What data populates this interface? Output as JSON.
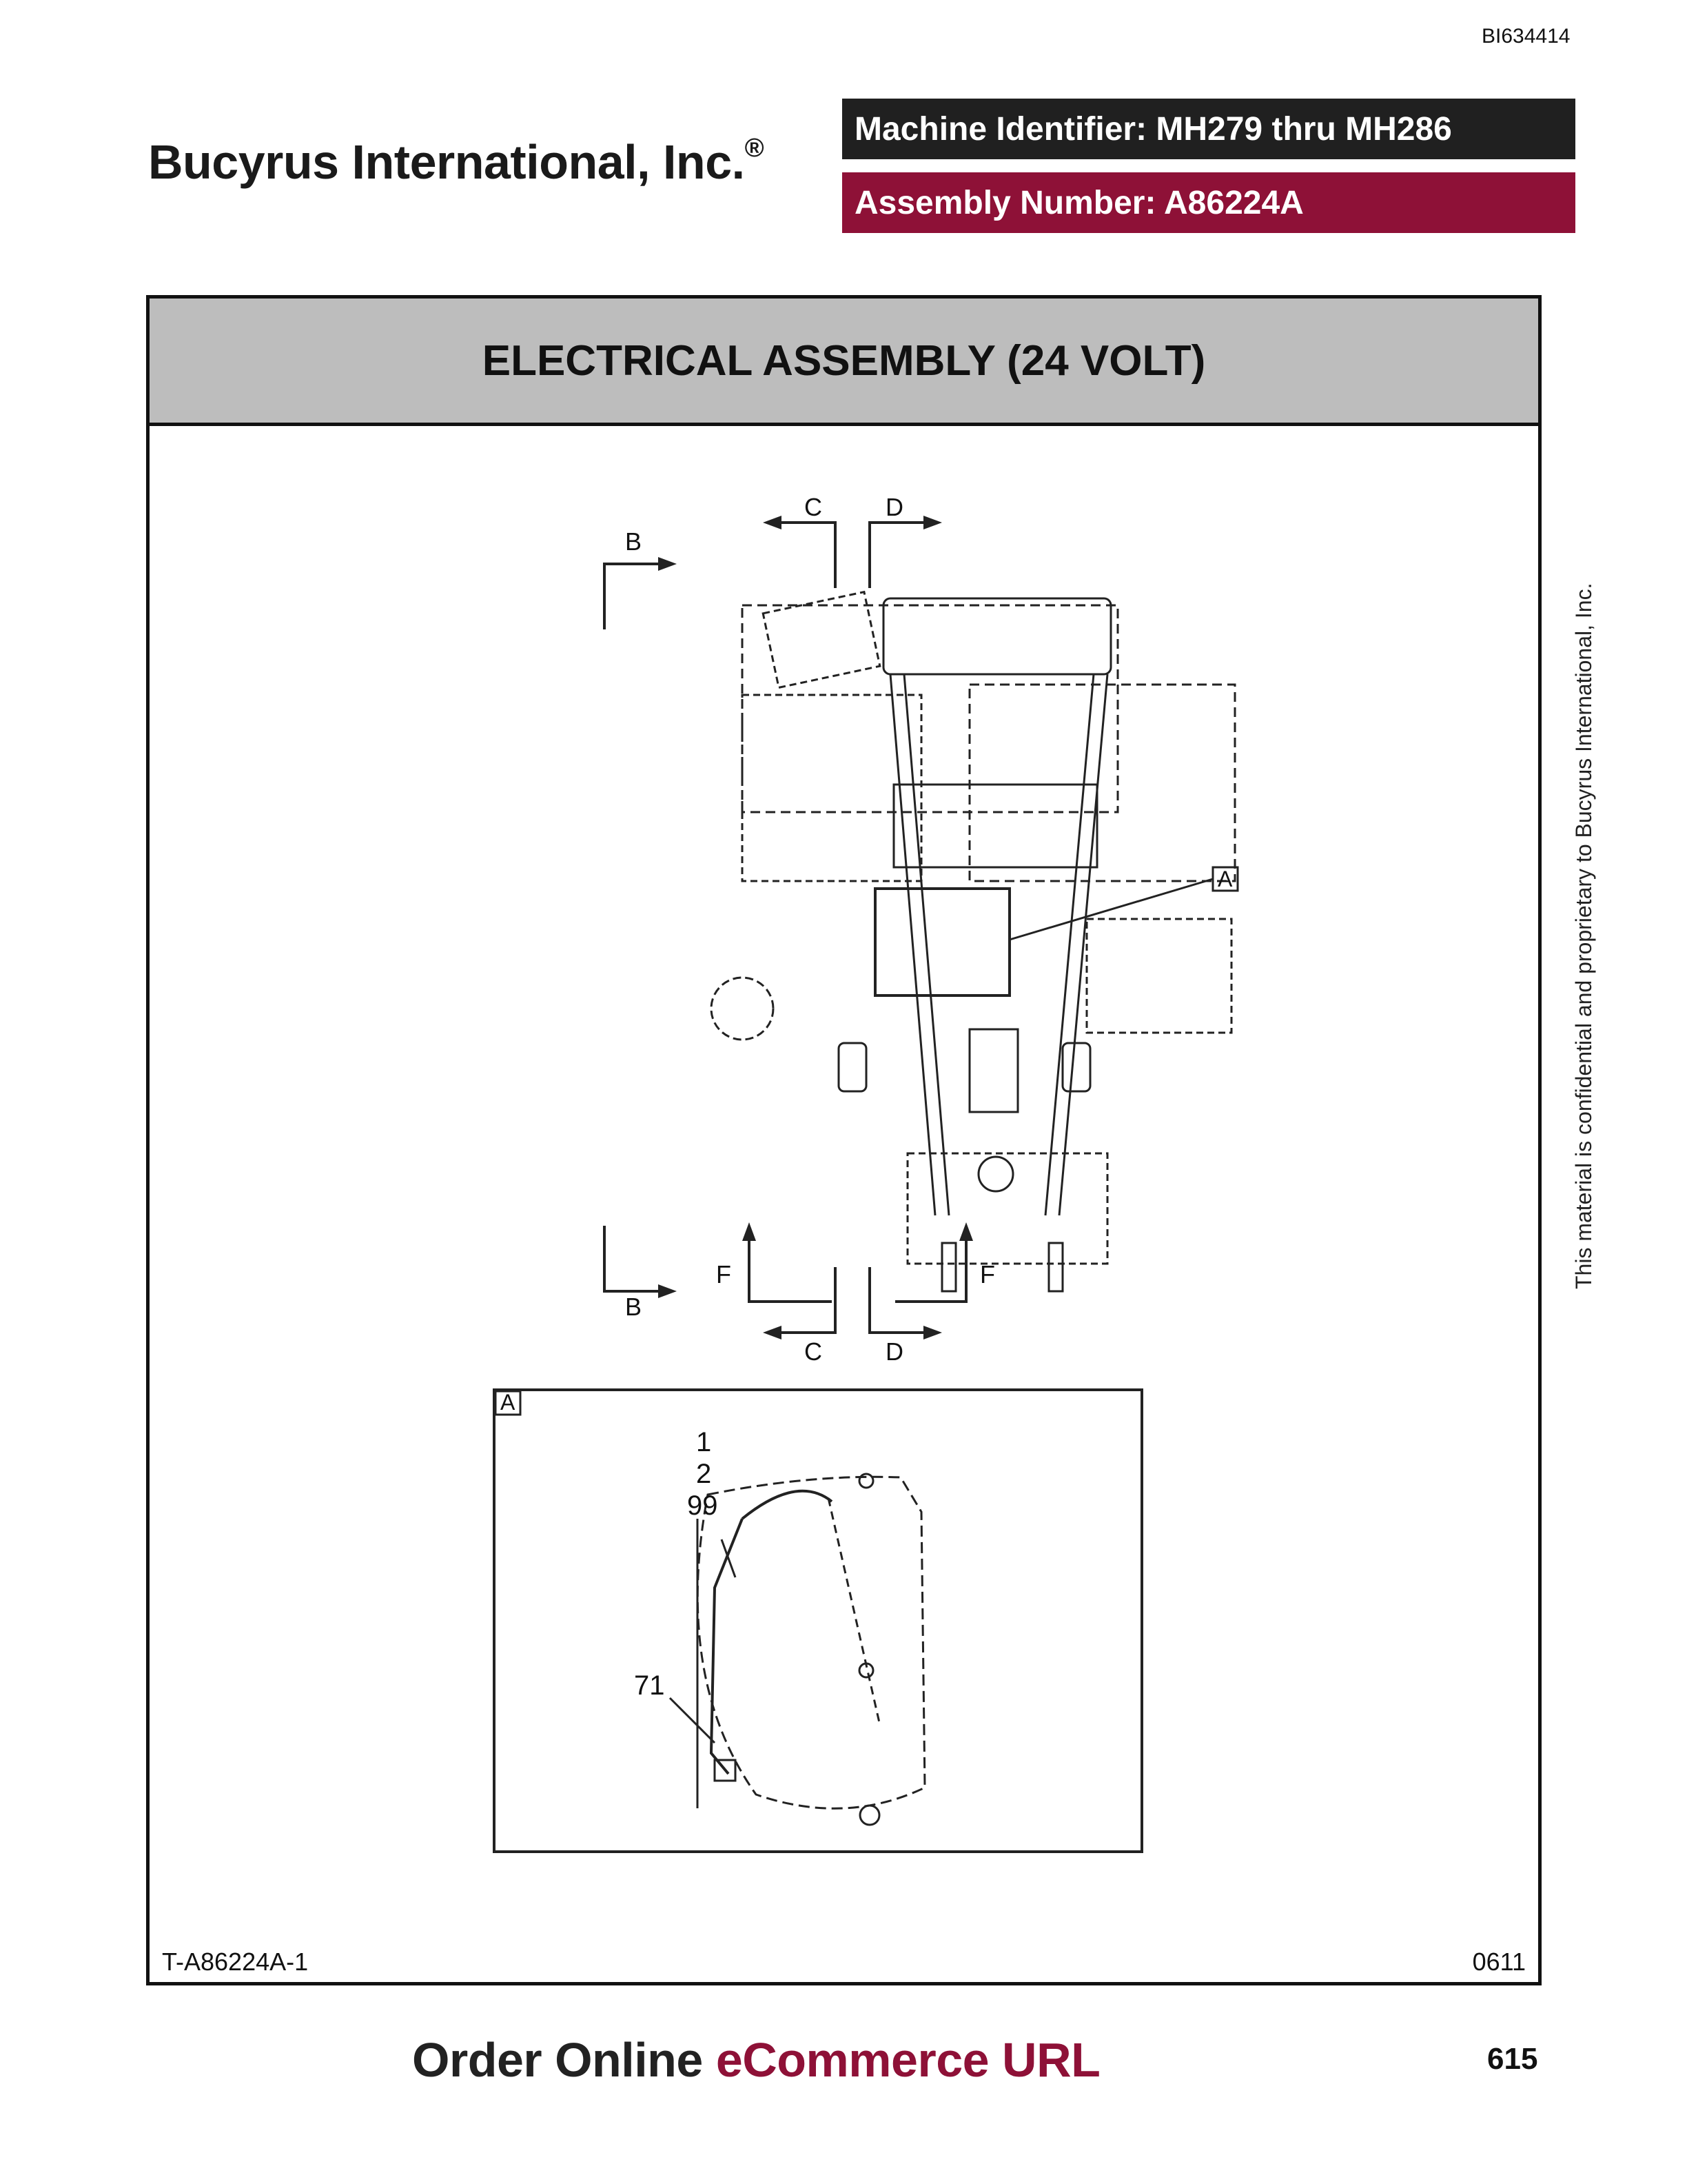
{
  "header": {
    "doc_id": "BI634414",
    "company": "Bucyrus International, Inc.",
    "company_mark": "®",
    "machine_identifier": "Machine Identifier: MH279 thru MH286",
    "assembly_number": "Assembly Number: A86224A"
  },
  "colors": {
    "brand_red": "#8e1137",
    "dark_bar": "#202020",
    "title_band": "#bdbdbd"
  },
  "panel": {
    "title": "ELECTRICAL ASSEMBLY (24 VOLT)",
    "drawing_code": "T-A86224A-1",
    "date_code": "0611"
  },
  "drawing": {
    "section_labels": {
      "b": "B",
      "c": "C",
      "d": "D",
      "f": "F"
    },
    "detail_label": "A",
    "callouts": {
      "item_1": "1",
      "item_2": "2",
      "item_99": "99",
      "item_71": "71"
    }
  },
  "side_notice": "This material is confidential and proprietary to Bucyrus International, Inc.",
  "footer": {
    "banner_part1": "Order Online ",
    "banner_part2": "eCommerce URL",
    "page_number": "615"
  }
}
